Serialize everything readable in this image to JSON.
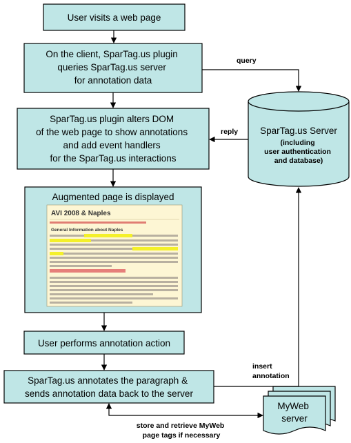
{
  "nodes": {
    "visit": "User visits a web page",
    "query_lines": [
      "On the client, SparTag.us plugin",
      "queries SparTag.us server",
      "for annotation data"
    ],
    "alter_lines": [
      "SparTag.us plugin alters DOM",
      "of the web page to show annotations",
      "and add event handlers",
      "for the SparTag.us interactions"
    ],
    "augmented": "Augmented page is displayed",
    "action": "User performs annotation action",
    "annotate_lines": [
      "SparTag.us annotates the paragraph &",
      "sends annotation data back to the server"
    ],
    "server_title": "SparTag.us Server",
    "server_sub_lines": [
      "(including",
      "user authentication",
      "and database)"
    ],
    "myweb_lines": [
      "MyWeb",
      "server"
    ]
  },
  "edges": {
    "query": "query",
    "reply": "reply",
    "insert_lines": [
      "insert",
      "annotation"
    ],
    "store_lines": [
      "store and retrieve MyWeb",
      "page tags if necessary"
    ]
  },
  "thumbnail": {
    "title": "AVI 2008 & Naples",
    "heading": "General Information about Naples"
  },
  "colors": {
    "box_fill": "#bfe6e6",
    "stroke": "#000000",
    "thumb_bg": "#fdf6d4",
    "highlight_yellow": "#f4f02a",
    "highlight_red": "#e26a6a"
  }
}
